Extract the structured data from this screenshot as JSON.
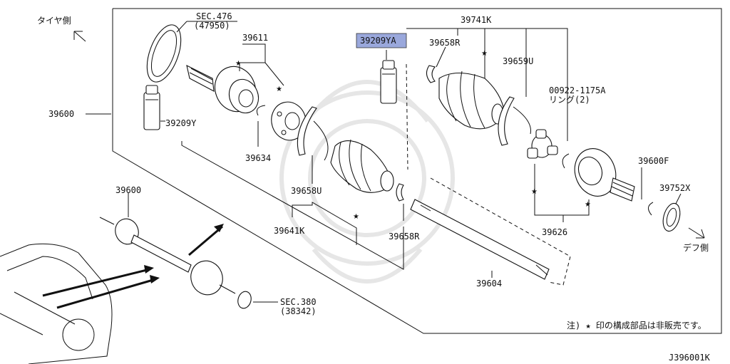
{
  "labels": {
    "tire_side": "タイヤ側",
    "diff_side": "デフ側",
    "sec476": "SEC.476",
    "sec476_ref": "(47950)",
    "p39611": "39611",
    "p39600": "39600",
    "p39209Y": "39209Y",
    "p39634": "39634",
    "p39658U": "39658U",
    "p39641K": "39641K",
    "p39658R_a": "39658R",
    "p39658R_b": "39658R",
    "p39741K": "39741K",
    "p39209YA": "39209YA",
    "p39659U": "39659U",
    "p00922": "00922-1175A",
    "ring_count": "リング(2)",
    "p39600F": "39600F",
    "p39752X": "39752X",
    "p39626": "39626",
    "p39604": "39604",
    "p39600_lower": "39600",
    "sec380": "SEC.380",
    "sec380_ref": "(38342)",
    "note": "注) ★ 印の構成部品は非販売です。",
    "diagram_id": "J396001K"
  },
  "highlight_color": "#9aa8dc"
}
